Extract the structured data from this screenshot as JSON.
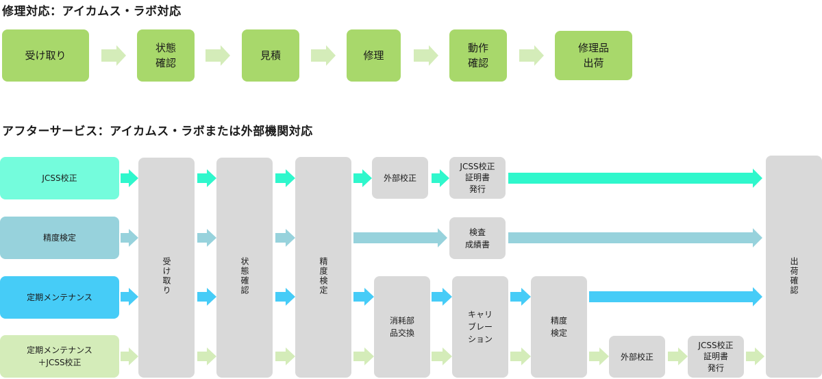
{
  "repair": {
    "heading": "修理対応：アイカムス・ラボ対応",
    "steps": [
      {
        "label": "受け取り"
      },
      {
        "label": "状態\n確認"
      },
      {
        "label": "見積"
      },
      {
        "label": "修理"
      },
      {
        "label": "動作\n確認"
      },
      {
        "label": "修理品\n出荷"
      }
    ],
    "colors": {
      "box": "#a8d86b",
      "arrow": "#d4ecb9"
    }
  },
  "after_service": {
    "heading": "アフターサービス：アイカムス・ラボまたは外部機関対応",
    "categories": [
      {
        "label": "JCSS校正",
        "color": "#74fcdc",
        "arrow": "#2ff7cc"
      },
      {
        "label": "精度検定",
        "color": "#97d2dc",
        "arrow": "#97d2dc"
      },
      {
        "label": "定期メンテナンス",
        "color": "#46ccf7",
        "arrow": "#46ccf7"
      },
      {
        "label": "定期メンテナンス\n＋JCSS校正",
        "color": "#d4ecb9",
        "arrow": "#d4ecb9"
      }
    ],
    "common_steps": [
      {
        "label": "受け取り"
      },
      {
        "label": "状態確認"
      },
      {
        "label": "精度検定"
      }
    ],
    "final_step": {
      "label": "出荷確認"
    },
    "jcss_row": [
      {
        "label": "外部校正"
      },
      {
        "label": "JCSS校正\n証明書\n発行"
      }
    ],
    "accuracy_row": [
      {
        "label": "検査\n成績書"
      }
    ],
    "maintenance_steps": [
      {
        "label": "消耗部\n品交換"
      },
      {
        "label": "キャリ\nブレー\nション"
      },
      {
        "label": "精度\n検定"
      }
    ],
    "maint_jcss_row": [
      {
        "label": "外部校正"
      },
      {
        "label": "JCSS校正\n証明書\n発行"
      }
    ],
    "box_color": "#d9d9d9"
  }
}
